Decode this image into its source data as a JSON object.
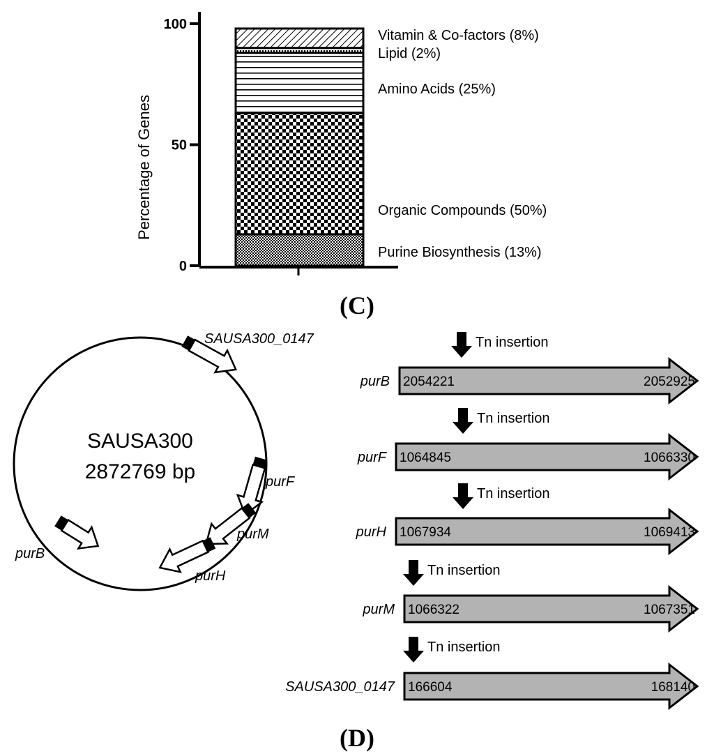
{
  "panel_c": {
    "label": "(C)",
    "chart_data": {
      "type": "bar",
      "stacked": true,
      "ylabel": "Percentage of Genes",
      "xlabel": "",
      "ylim": [
        0,
        100
      ],
      "yticks": [
        "0",
        "50",
        "100"
      ],
      "categories": [
        ""
      ],
      "series": [
        {
          "name": "Purine Biosynthesis (13%)",
          "values": [
            13
          ],
          "pattern": "fine-checker"
        },
        {
          "name": "Organic Compounds (50%)",
          "values": [
            50
          ],
          "pattern": "checker"
        },
        {
          "name": "Amino Acids (25%)",
          "values": [
            25
          ],
          "pattern": "horizontal-lines"
        },
        {
          "name": "Lipid (2%)",
          "values": [
            2
          ],
          "pattern": "dots"
        },
        {
          "name": "Vitamin & Co-factors (8%)",
          "values": [
            8
          ],
          "pattern": "diagonal-hatch"
        }
      ]
    }
  },
  "panel_d": {
    "label": "(D)",
    "genome": {
      "name": "SAUSA300",
      "size": "2872769 bp",
      "genes": [
        {
          "id": "sausa0147",
          "label": "SAUSA300_0147"
        },
        {
          "id": "purF",
          "label": "purF"
        },
        {
          "id": "purM",
          "label": "purM"
        },
        {
          "id": "purH",
          "label": "purH"
        },
        {
          "id": "purB",
          "label": "purB"
        }
      ]
    },
    "insertion_label": "Tn insertion",
    "genes": [
      {
        "id": "purB",
        "name": "purB",
        "start": "2054221",
        "end": "2052925"
      },
      {
        "id": "purF",
        "name": "purF",
        "start": "1064845",
        "end": "1066330"
      },
      {
        "id": "purH",
        "name": "purH",
        "start": "1067934",
        "end": "1069413"
      },
      {
        "id": "purM",
        "name": "purM",
        "start": "1066322",
        "end": "1067351"
      },
      {
        "id": "sausa0147",
        "name": "SAUSA300_0147",
        "start": "166604",
        "end": "168140"
      }
    ]
  }
}
